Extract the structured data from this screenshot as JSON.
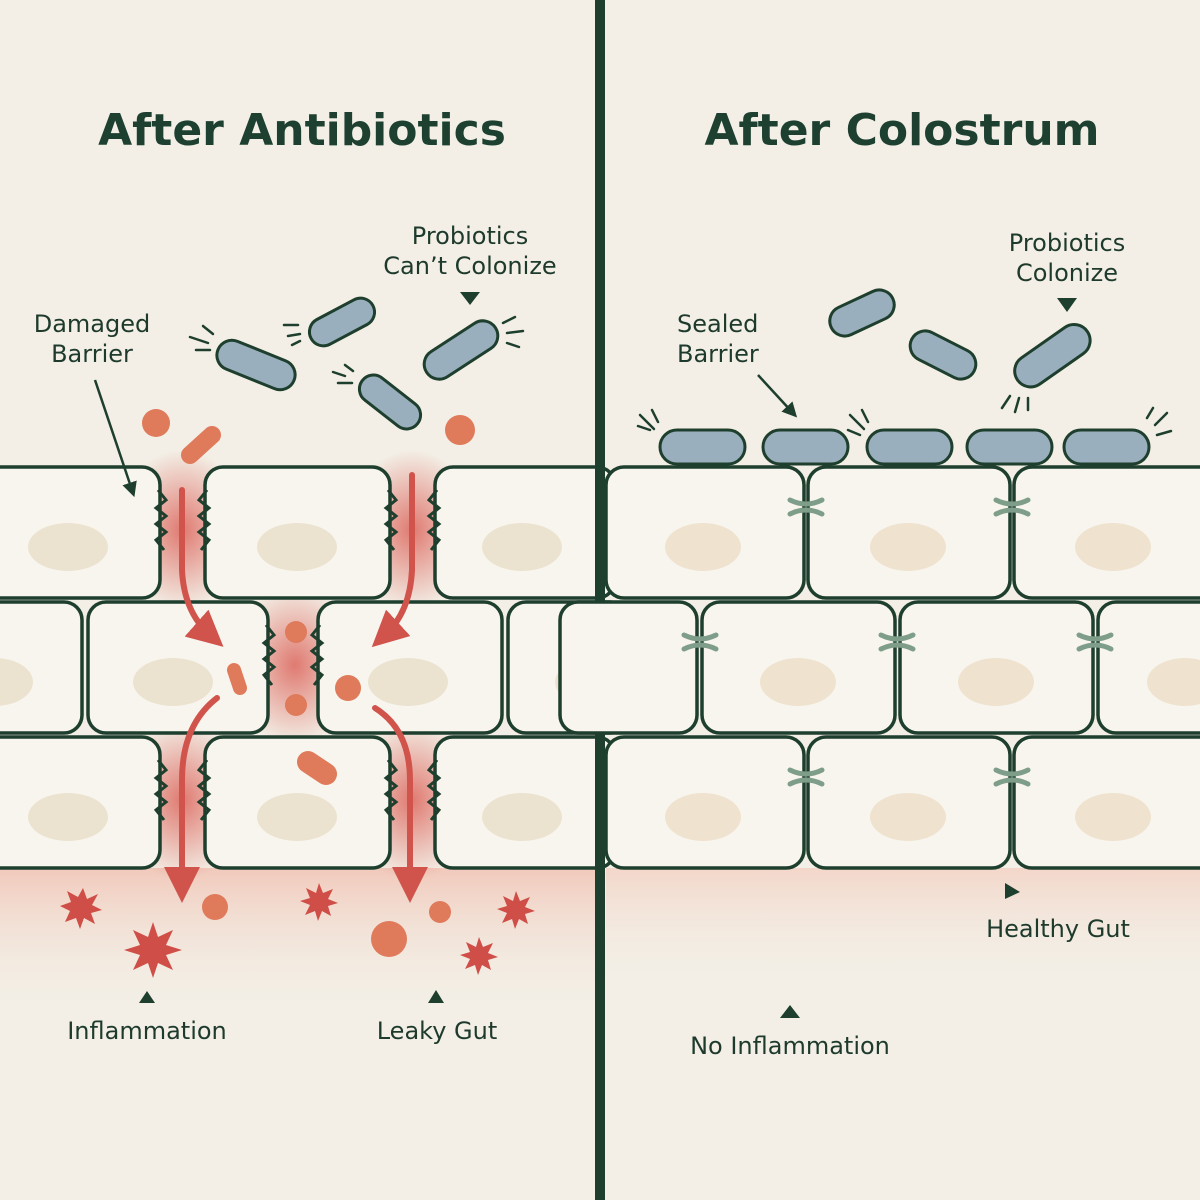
{
  "left_panel": {
    "title": "After Antibiotics",
    "labels": {
      "damaged_barrier": [
        "Damaged",
        "Barrier"
      ],
      "probiotics": [
        "Probiotics",
        "Can’t Colonize"
      ],
      "inflammation": "Inflammation",
      "leaky_gut": "Leaky Gut"
    }
  },
  "right_panel": {
    "title": "After Colostrum",
    "labels": {
      "sealed_barrier": [
        "Sealed",
        "Barrier"
      ],
      "probiotics": [
        "Probiotics",
        "Colonize"
      ],
      "healthy_gut": "Healthy Gut",
      "no_inflammation": "No Inflammation"
    }
  },
  "colors": {
    "background": "#f3efe6",
    "outline": "#1e3f2e",
    "bacteria": "#9aafbd",
    "inflammation": "#d0544c",
    "particles": "#df7a5a",
    "tight_junction": "#7f9e8a"
  }
}
